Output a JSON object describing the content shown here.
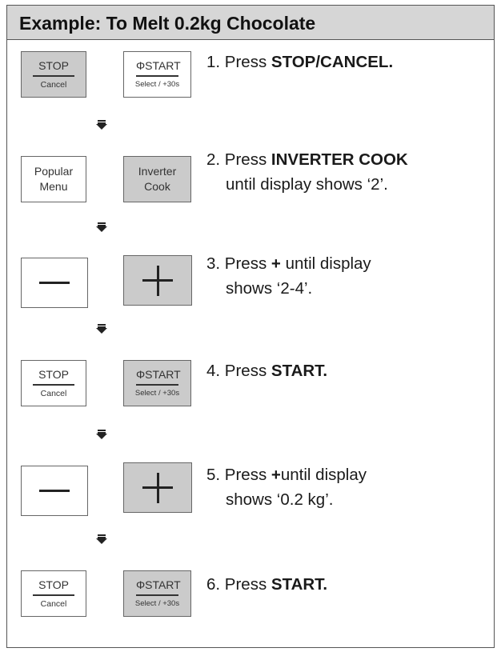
{
  "header": {
    "title": "Example: To Melt 0.2kg Chocolate"
  },
  "buttons": {
    "stop_top": "STOP",
    "stop_bottom": "Cancel",
    "start_top": "ΦSTART",
    "start_bottom": "Select / +30s",
    "popular_line1": "Popular",
    "popular_line2": "Menu",
    "inverter_line1": "Inverter",
    "inverter_line2": "Cook"
  },
  "steps": [
    {
      "prefix": "1. Press ",
      "bold": "STOP/CANCEL.",
      "rest": ""
    },
    {
      "prefix": "2. Press ",
      "bold": "INVERTER COOK",
      "rest": "until display shows ‘2’."
    },
    {
      "prefix": "3. Press ",
      "bold": "+",
      "suffix": " until display",
      "rest": "shows ‘2-4’."
    },
    {
      "prefix": "4. Press ",
      "bold": "START.",
      "rest": ""
    },
    {
      "prefix": "5. Press ",
      "bold": "+",
      "suffix": "until display",
      "rest": "shows ‘0.2 kg’."
    },
    {
      "prefix": "6. Press ",
      "bold": "START.",
      "rest": ""
    }
  ],
  "icons": {
    "step_arrow": "double-down-arrow-icon",
    "minus": "minus-icon",
    "plus": "plus-icon"
  },
  "colors": {
    "header_bg": "#d6d6d6",
    "pressed_key_bg": "#cbcbcb",
    "border": "#555555"
  }
}
